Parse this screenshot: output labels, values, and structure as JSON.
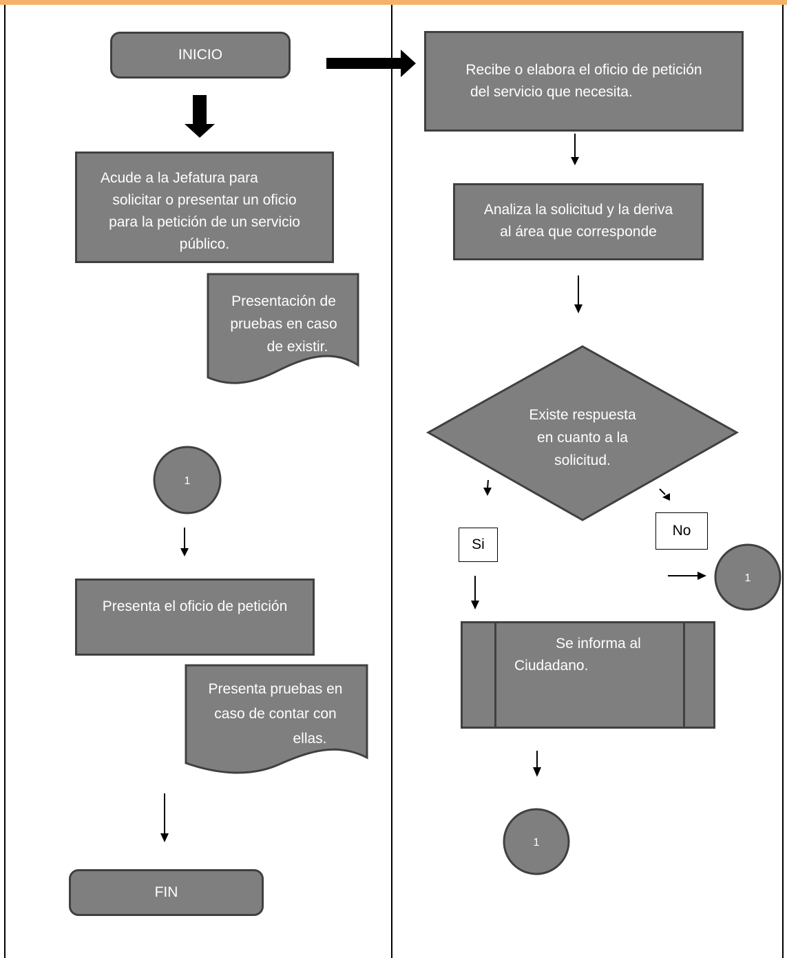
{
  "colors": {
    "top_rule": "#f4b26b",
    "shape_fill": "#7f7f7f",
    "shape_border": "#404040",
    "shape_text": "#ffffff",
    "line": "#000000"
  },
  "left_lane": {
    "inicio": "INICIO",
    "acude_lines": [
      "Acude a la Jefatura para",
      "solicitar o presentar un oficio",
      "para la petición de un servicio",
      "público."
    ],
    "presentacion_lines": [
      "Presentación de",
      "pruebas en caso",
      "de existir."
    ],
    "connector_1": "1",
    "presenta_oficio": "Presenta el oficio de petición",
    "presenta_pruebas_lines": [
      "Presenta pruebas en",
      "caso de contar con",
      "ellas."
    ],
    "fin": "FIN"
  },
  "right_lane": {
    "recibe_lines": [
      "Recibe o elabora el oficio de petición",
      "del servicio que necesita."
    ],
    "analiza_lines": [
      "Analiza la solicitud y la deriva",
      "al área que corresponde"
    ],
    "decision_lines": [
      "Existe respuesta",
      "en cuanto a la",
      "solicitud."
    ],
    "label_si": "Si",
    "label_no": "No",
    "connector_no": "1",
    "informa_lines": [
      "Se informa al",
      "Ciudadano."
    ],
    "connector_end": "1"
  }
}
